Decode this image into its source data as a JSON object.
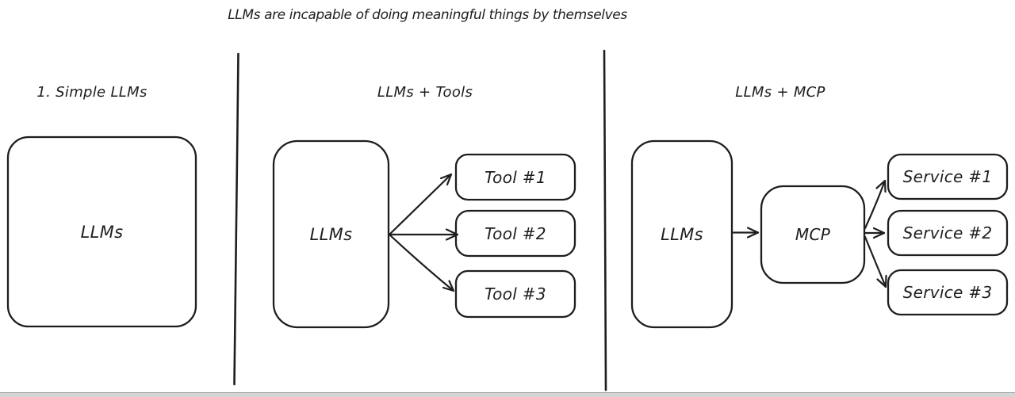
{
  "title": "LLMs are incapable of doing meaningful things by themselves",
  "colors": {
    "ink": "#1e1e1e",
    "background": "#ffffff",
    "bottom_bar": "#d5d5d5",
    "bottom_bar_edge": "#a0a0a0"
  },
  "panels": {
    "simple": {
      "heading": "1. Simple LLMs",
      "llm_label": "LLMs"
    },
    "tools": {
      "heading": "LLMs + Tools",
      "llm_label": "LLMs",
      "nodes": [
        {
          "label": "Tool #1"
        },
        {
          "label": "Tool #2"
        },
        {
          "label": "Tool #3"
        }
      ]
    },
    "mcp": {
      "heading": "LLMs + MCP",
      "llm_label": "LLMs",
      "hub_label": "MCP",
      "nodes": [
        {
          "label": "Service #1"
        },
        {
          "label": "Service #2"
        },
        {
          "label": "Service #3"
        }
      ]
    }
  }
}
